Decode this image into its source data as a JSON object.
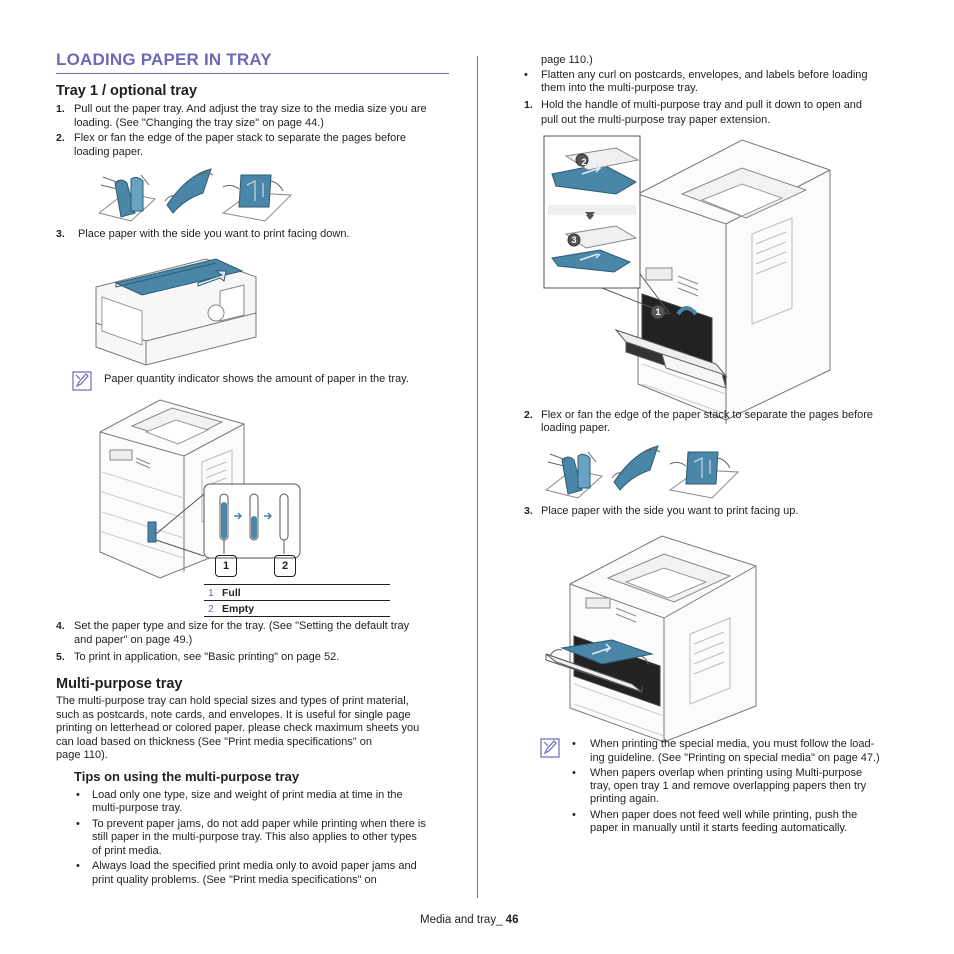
{
  "page": {
    "title": "LOADING PAPER IN TRAY",
    "footer": {
      "section": "Media and tray_",
      "page_number": "46"
    }
  },
  "tray1": {
    "heading": "Tray 1 / optional tray",
    "steps": [
      {
        "num": "1.",
        "text_l1": "Pull out the paper tray. And adjust the tray size to the media size you are",
        "text_l2": "loading. (See \"Changing the tray size\" on page 44.)"
      },
      {
        "num": "2.",
        "text_l1": "Flex or fan the edge of the paper stack to separate the pages before",
        "text_l2": "loading paper."
      },
      {
        "num": "3.",
        "text_l1": "Place paper with the side you want to print facing down."
      },
      {
        "num": "4.",
        "text_l1": "Set the paper type and size for the tray. (See \"Setting the default tray",
        "text_l2": "and paper\" on page 49.)"
      },
      {
        "num": "5.",
        "text_l1": "To print in application, see \"Basic printing\" on page 52."
      }
    ],
    "note": "Paper quantity indicator shows the amount of paper in the tray.",
    "callouts": [
      "1",
      "2"
    ],
    "legend": [
      {
        "num": "1",
        "label": "Full"
      },
      {
        "num": "2",
        "label": "Empty"
      }
    ]
  },
  "mptray": {
    "heading": "Multi-purpose tray",
    "intro": [
      "The multi-purpose tray can hold special sizes and types of print material,",
      "such as postcards, note cards, and envelopes. It is useful for single page",
      "printing on letterhead or colored paper. please check maximum sheets you",
      "can load based on thickness (See \"Print media specifications\" on",
      "page 110)."
    ],
    "tips_heading": "Tips on using the multi-purpose tray",
    "tips": [
      {
        "l1": "Load only one type, size and weight of print media at time in the",
        "l2": "multi-purpose tray."
      },
      {
        "l1": "To prevent paper jams, do not add paper while printing when there is",
        "l2": "still paper in the multi-purpose tray. This also applies to other types",
        "l3": "of print media."
      },
      {
        "l1": "Always load the specified print media only to avoid paper jams and",
        "l2": "print quality problems. (See \"Print media specifications\" on"
      }
    ],
    "tips_cont": "page 110.)",
    "tip_right": {
      "l1": "Flatten any curl on postcards, envelopes, and labels before loading",
      "l2": "them into the multi-purpose tray."
    },
    "steps": [
      {
        "num": "1.",
        "text_l1": "Hold the handle of multi-purpose tray and pull it down to open and",
        "text_l2": "pull out the multi-purpose tray paper extension."
      },
      {
        "num": "2.",
        "text_l1": "Flex or fan the edge of the paper stack to separate the pages before",
        "text_l2": "loading paper."
      },
      {
        "num": "3.",
        "text_l1": "Place paper with the side you want to print facing up."
      }
    ],
    "callouts": [
      "2",
      "3",
      "1"
    ],
    "notes": [
      {
        "l1": "When printing the special media, you must follow the load-",
        "l2": "ing guideline. (See \"Printing on special media\" on page 47.)"
      },
      {
        "l1": "When papers overlap when printing using Multi-purpose",
        "l2": "tray, open tray 1 and remove overlapping papers then try",
        "l3": "printing again."
      },
      {
        "l1": "When paper does not feed well while printing, push the",
        "l2": "paper in manually until it starts feeding automatically."
      }
    ],
    "bullet_char": "•"
  },
  "colors": {
    "accent": "#6b6ab6",
    "paper_blue": "#4a86a8",
    "text": "#231f20"
  },
  "icons": {
    "note": "note-pencil-icon"
  }
}
